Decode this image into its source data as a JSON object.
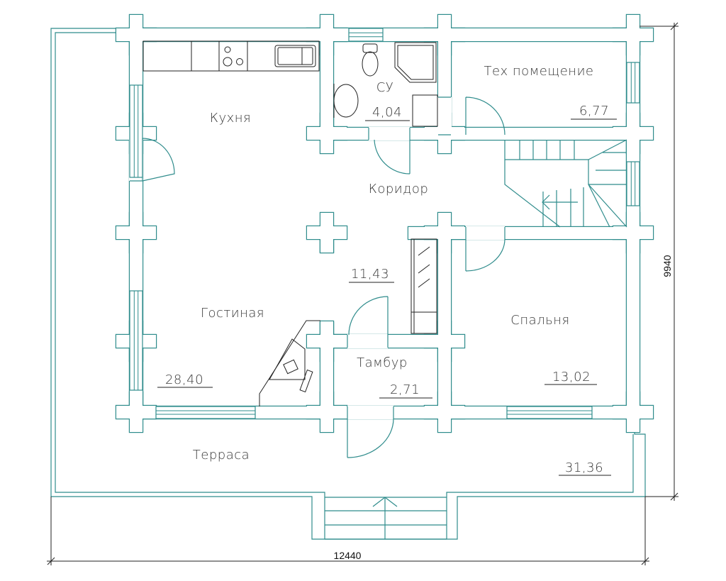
{
  "colors": {
    "wall": "#2f8c8c",
    "text": "#3a3a3a",
    "furniture": "#222222"
  },
  "rooms": {
    "kitchen": {
      "name": "Кухня"
    },
    "bathroom": {
      "name": "СУ",
      "area": "4,04"
    },
    "tech_room": {
      "name": "Тех помещение",
      "area": "6,77"
    },
    "corridor": {
      "name": "Коридор",
      "area": "11,43"
    },
    "living_room": {
      "name": "Гостиная",
      "area": "28,40"
    },
    "vestibule": {
      "name": "Тамбур",
      "area": "2,71"
    },
    "bedroom": {
      "name": "Спальня",
      "area": "13,02"
    },
    "terrace": {
      "name": "Терраса",
      "area": "31,36"
    }
  },
  "dimensions": {
    "width": "12440",
    "height": "9940"
  }
}
